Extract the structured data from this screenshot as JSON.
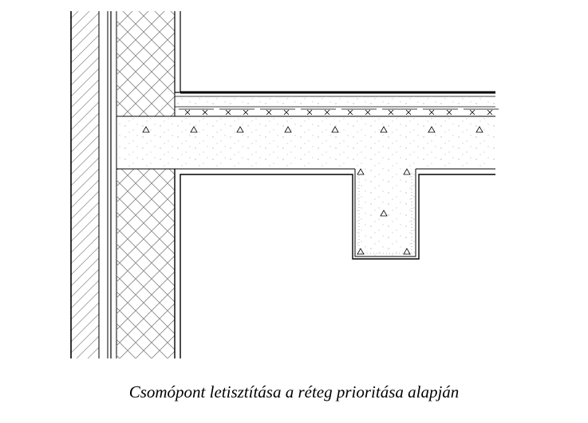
{
  "caption": "Csomópont letisztítása a réteg prioritása alapján",
  "colors": {
    "line": "#000000",
    "background": "#ffffff"
  },
  "layers": [
    {
      "id": "masonry-wall",
      "pattern": "diagonal-hatch"
    },
    {
      "id": "wall-lining",
      "pattern": "double-line"
    },
    {
      "id": "thermal-insulation",
      "pattern": "cross-hatch"
    },
    {
      "id": "floor-finish",
      "pattern": "thick-line"
    },
    {
      "id": "screed",
      "pattern": "dotted"
    },
    {
      "id": "impact-insulation",
      "pattern": "x-strips"
    },
    {
      "id": "reinforced-concrete-slab",
      "pattern": "concrete-triangles"
    },
    {
      "id": "concrete-beam",
      "pattern": "concrete-triangles"
    }
  ]
}
